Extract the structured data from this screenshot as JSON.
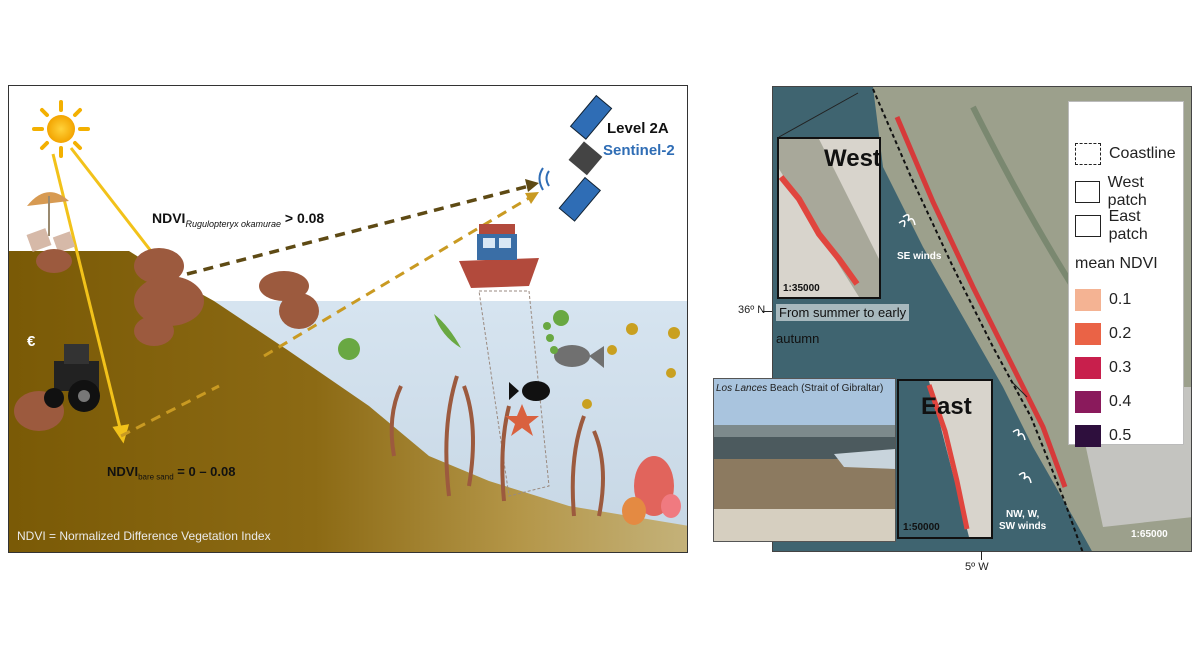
{
  "left_panel": {
    "satellite": {
      "level": "Level 2A",
      "name": "Sentinel-2"
    },
    "ndvi_algae": {
      "prefix": "NDVI",
      "subscript": "Rugulopteryx okamurae",
      "threshold": "> 0.08"
    },
    "ndvi_sand": {
      "prefix": "NDVI",
      "subscript": "bare sand",
      "range": "= 0 – 0.08"
    },
    "euro_symbol": "€",
    "footnote": "NDVI = Normalized Difference Vegetation Index"
  },
  "right_panel": {
    "legend": {
      "coastline": "Coastline",
      "west_patch": "West patch",
      "east_patch": "East patch",
      "ndvi_title": "mean NDVI",
      "ndvi_classes": [
        {
          "label": "0.1",
          "color": "#f4b393"
        },
        {
          "label": "0.2",
          "color": "#ea6346"
        },
        {
          "label": "0.3",
          "color": "#c81f4c"
        },
        {
          "label": "0.4",
          "color": "#8a1a5c"
        },
        {
          "label": "0.5",
          "color": "#2e0f3d"
        }
      ]
    },
    "west_inset": {
      "title": "West",
      "scale": "1:35000"
    },
    "east_inset": {
      "title": "East",
      "scale": "1:50000"
    },
    "main_scale": "1:65000",
    "se_winds": "SE winds",
    "nw_winds": [
      "NW, W,",
      "SW winds"
    ],
    "season_line1": "From summer to early",
    "season_line2": "autumn",
    "lat_label": "36º N",
    "lon_label": "5º W",
    "photo_caption_italic": "Los Lances",
    "photo_caption_rest": " Beach (Strait of Gibraltar)"
  },
  "colors": {
    "sand_dark": "#7a5a0a",
    "sand_light": "#c9a850",
    "water": "#dbe6ef",
    "arrow_yellow": "#f2c21a",
    "arrow_dark": "#5e4a14",
    "sentinel_blue": "#2f6db5",
    "sea": "#3f6470"
  }
}
